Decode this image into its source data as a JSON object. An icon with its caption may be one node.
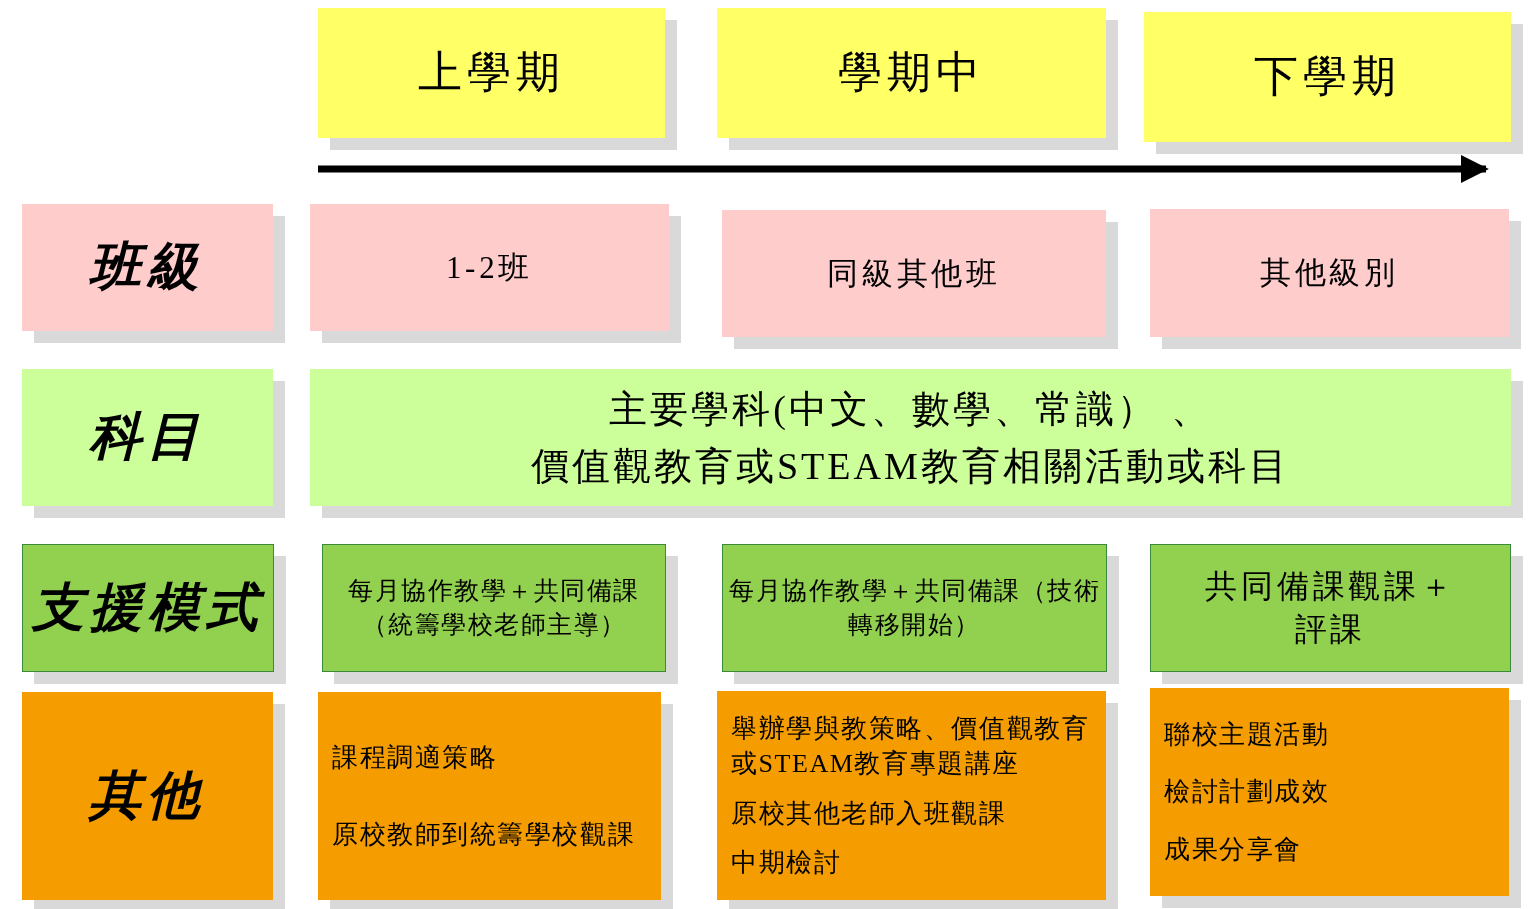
{
  "diagram": {
    "nodes": [
      {
        "text": [
          "上學期"
        ]
      },
      {
        "text": [
          "學期中"
        ]
      },
      {
        "text": [
          "下學期"
        ]
      },
      {
        "text": [
          "班級"
        ]
      },
      {
        "text": [
          "1-2班"
        ]
      },
      {
        "text": [
          "同級其他班"
        ]
      },
      {
        "text": [
          "其他級別"
        ]
      },
      {
        "text": [
          "科目"
        ]
      },
      {
        "text": [
          "主要學科(中文、數學、常識） 、價值觀教育或STEAM教育相關活動或科目"
        ]
      },
      {
        "text": [
          "支援模式"
        ]
      },
      {
        "text": [
          "每月協作教學＋共同備課（統籌學校老師主導）"
        ]
      },
      {
        "text": [
          "每月協作教學＋共同備課（技術轉移開始）"
        ]
      },
      {
        "text": [
          "共同備課觀課＋評課"
        ]
      },
      {
        "text": [
          "其他"
        ]
      },
      {
        "text": [
          "課程調適策略",
          "原校教師到統籌學校觀課"
        ]
      },
      {
        "text": [
          "舉辦學與教策略、價值觀教育或STEAM教育專題講座",
          "原校其他老師入班觀課",
          "中期檢討"
        ]
      },
      {
        "text": [
          "聯校主題活動",
          "檢討計劃成效",
          "成果分享會"
        ]
      }
    ]
  }
}
